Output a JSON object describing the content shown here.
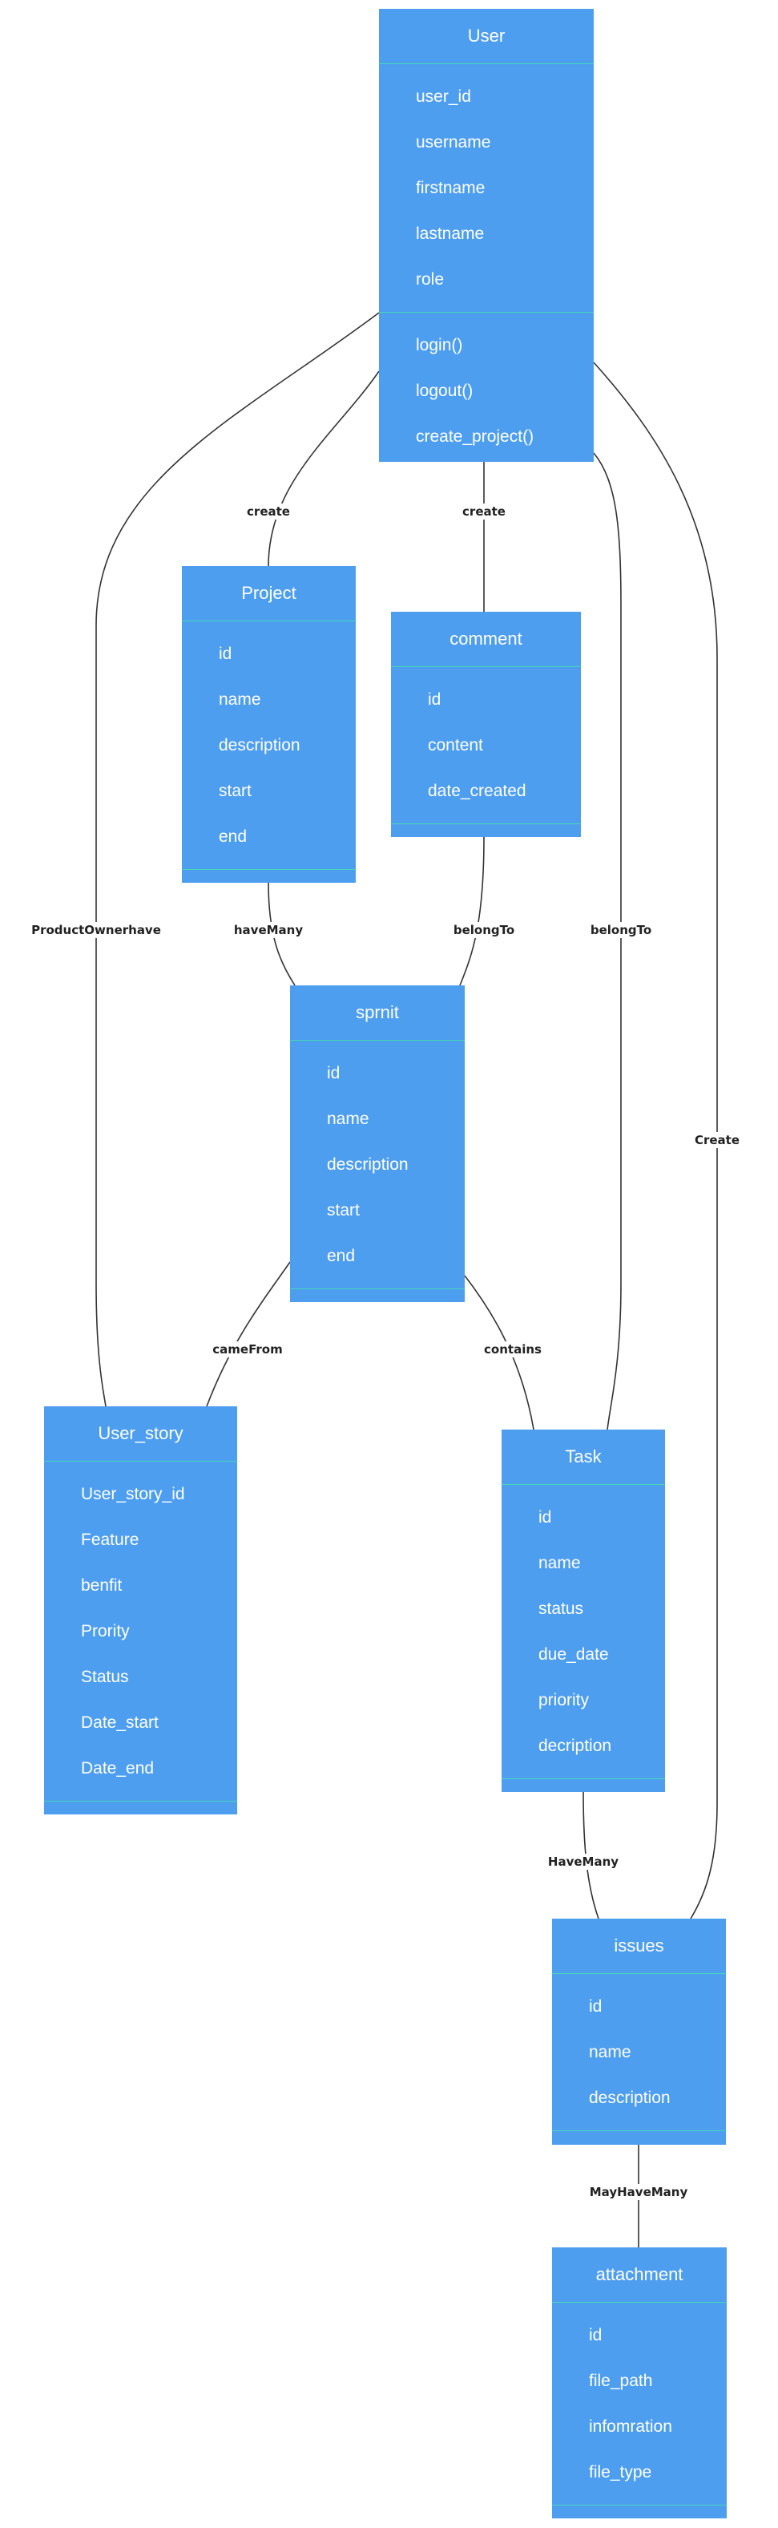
{
  "classes": {
    "user": {
      "title": "User",
      "attrs": [
        "user_id",
        "username",
        "firstname",
        "lastname",
        "role"
      ],
      "methods": [
        "login()",
        "logout()",
        "create_project()"
      ]
    },
    "project": {
      "title": "Project",
      "attrs": [
        "id",
        "name",
        "description",
        "start",
        "end"
      ],
      "methods": []
    },
    "comment": {
      "title": "comment",
      "attrs": [
        "id",
        "content",
        "date_created"
      ],
      "methods": []
    },
    "sprint": {
      "title": "sprnit",
      "attrs": [
        "id",
        "name",
        "description",
        "start",
        "end"
      ],
      "methods": []
    },
    "user_story": {
      "title": "User_story",
      "attrs": [
        "User_story_id",
        "Feature",
        "benfit",
        "Prority",
        "Status",
        "Date_start",
        "Date_end"
      ],
      "methods": []
    },
    "task": {
      "title": "Task",
      "attrs": [
        "id",
        "name",
        "status",
        "due_date",
        "priority",
        "decription"
      ],
      "methods": []
    },
    "issues": {
      "title": "issues",
      "attrs": [
        "id",
        "name",
        "description"
      ],
      "methods": []
    },
    "attachment": {
      "title": "attachment",
      "attrs": [
        "id",
        "file_path",
        "infomration",
        "file_type"
      ],
      "methods": []
    }
  },
  "relations": [
    {
      "id": "user-project",
      "label": "create"
    },
    {
      "id": "user-comment",
      "label": "create"
    },
    {
      "id": "user-userstory",
      "label": "ProductOwnerhave"
    },
    {
      "id": "project-sprint",
      "label": "haveMany"
    },
    {
      "id": "comment-sprint",
      "label": "belongTo"
    },
    {
      "id": "user-task",
      "label": "belongTo"
    },
    {
      "id": "user-issues",
      "label": "Create"
    },
    {
      "id": "sprint-userstory",
      "label": "cameFrom"
    },
    {
      "id": "sprint-task",
      "label": "contains"
    },
    {
      "id": "task-issues",
      "label": "HaveMany"
    },
    {
      "id": "issues-attachment",
      "label": "MayHaveMany"
    }
  ],
  "colors": {
    "box": "#4e9ef0",
    "divider": "#45d6b4",
    "edge": "#333333",
    "label": "#222222"
  }
}
